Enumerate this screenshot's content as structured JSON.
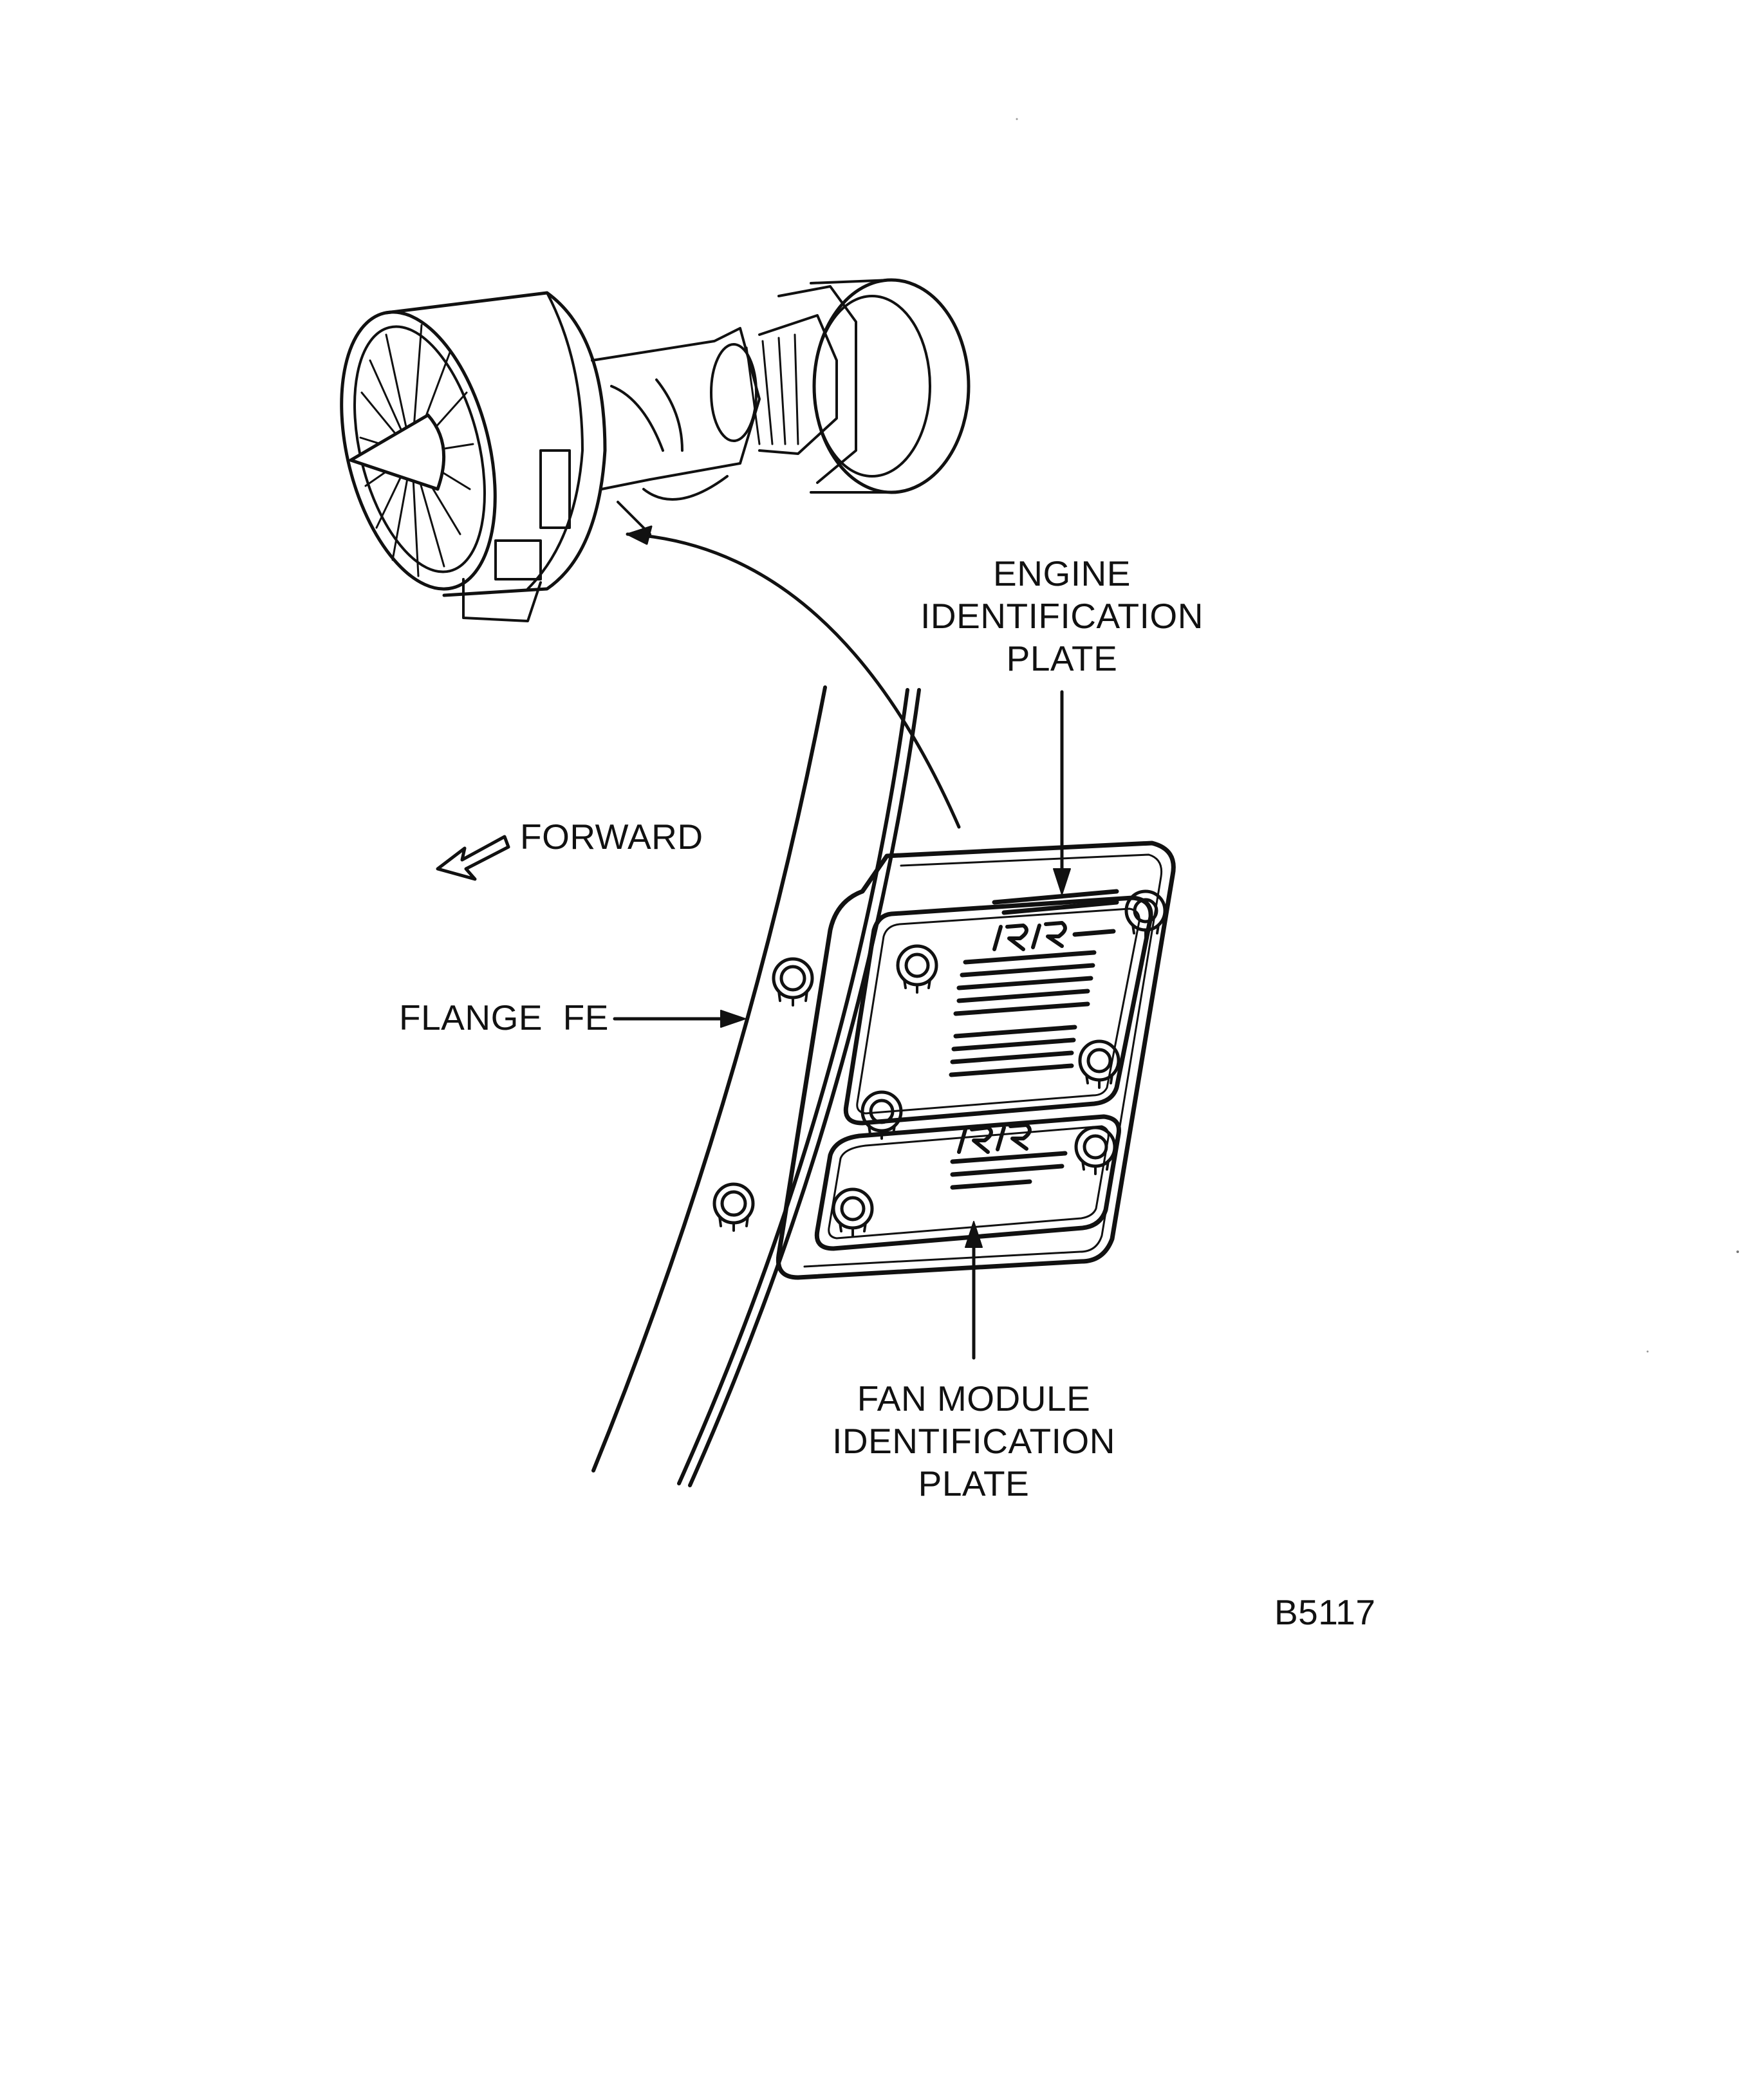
{
  "labels": {
    "engine_plate": [
      "ENGINE",
      "IDENTIFICATION",
      "PLATE"
    ],
    "fan_module_plate": [
      "FAN MODULE",
      "IDENTIFICATION",
      "PLATE"
    ],
    "forward": "FORWARD",
    "flange": "FLANGE  FE",
    "figure_id": "B5117"
  },
  "colors": {
    "ink": "#111111",
    "paper": "#ffffff"
  }
}
